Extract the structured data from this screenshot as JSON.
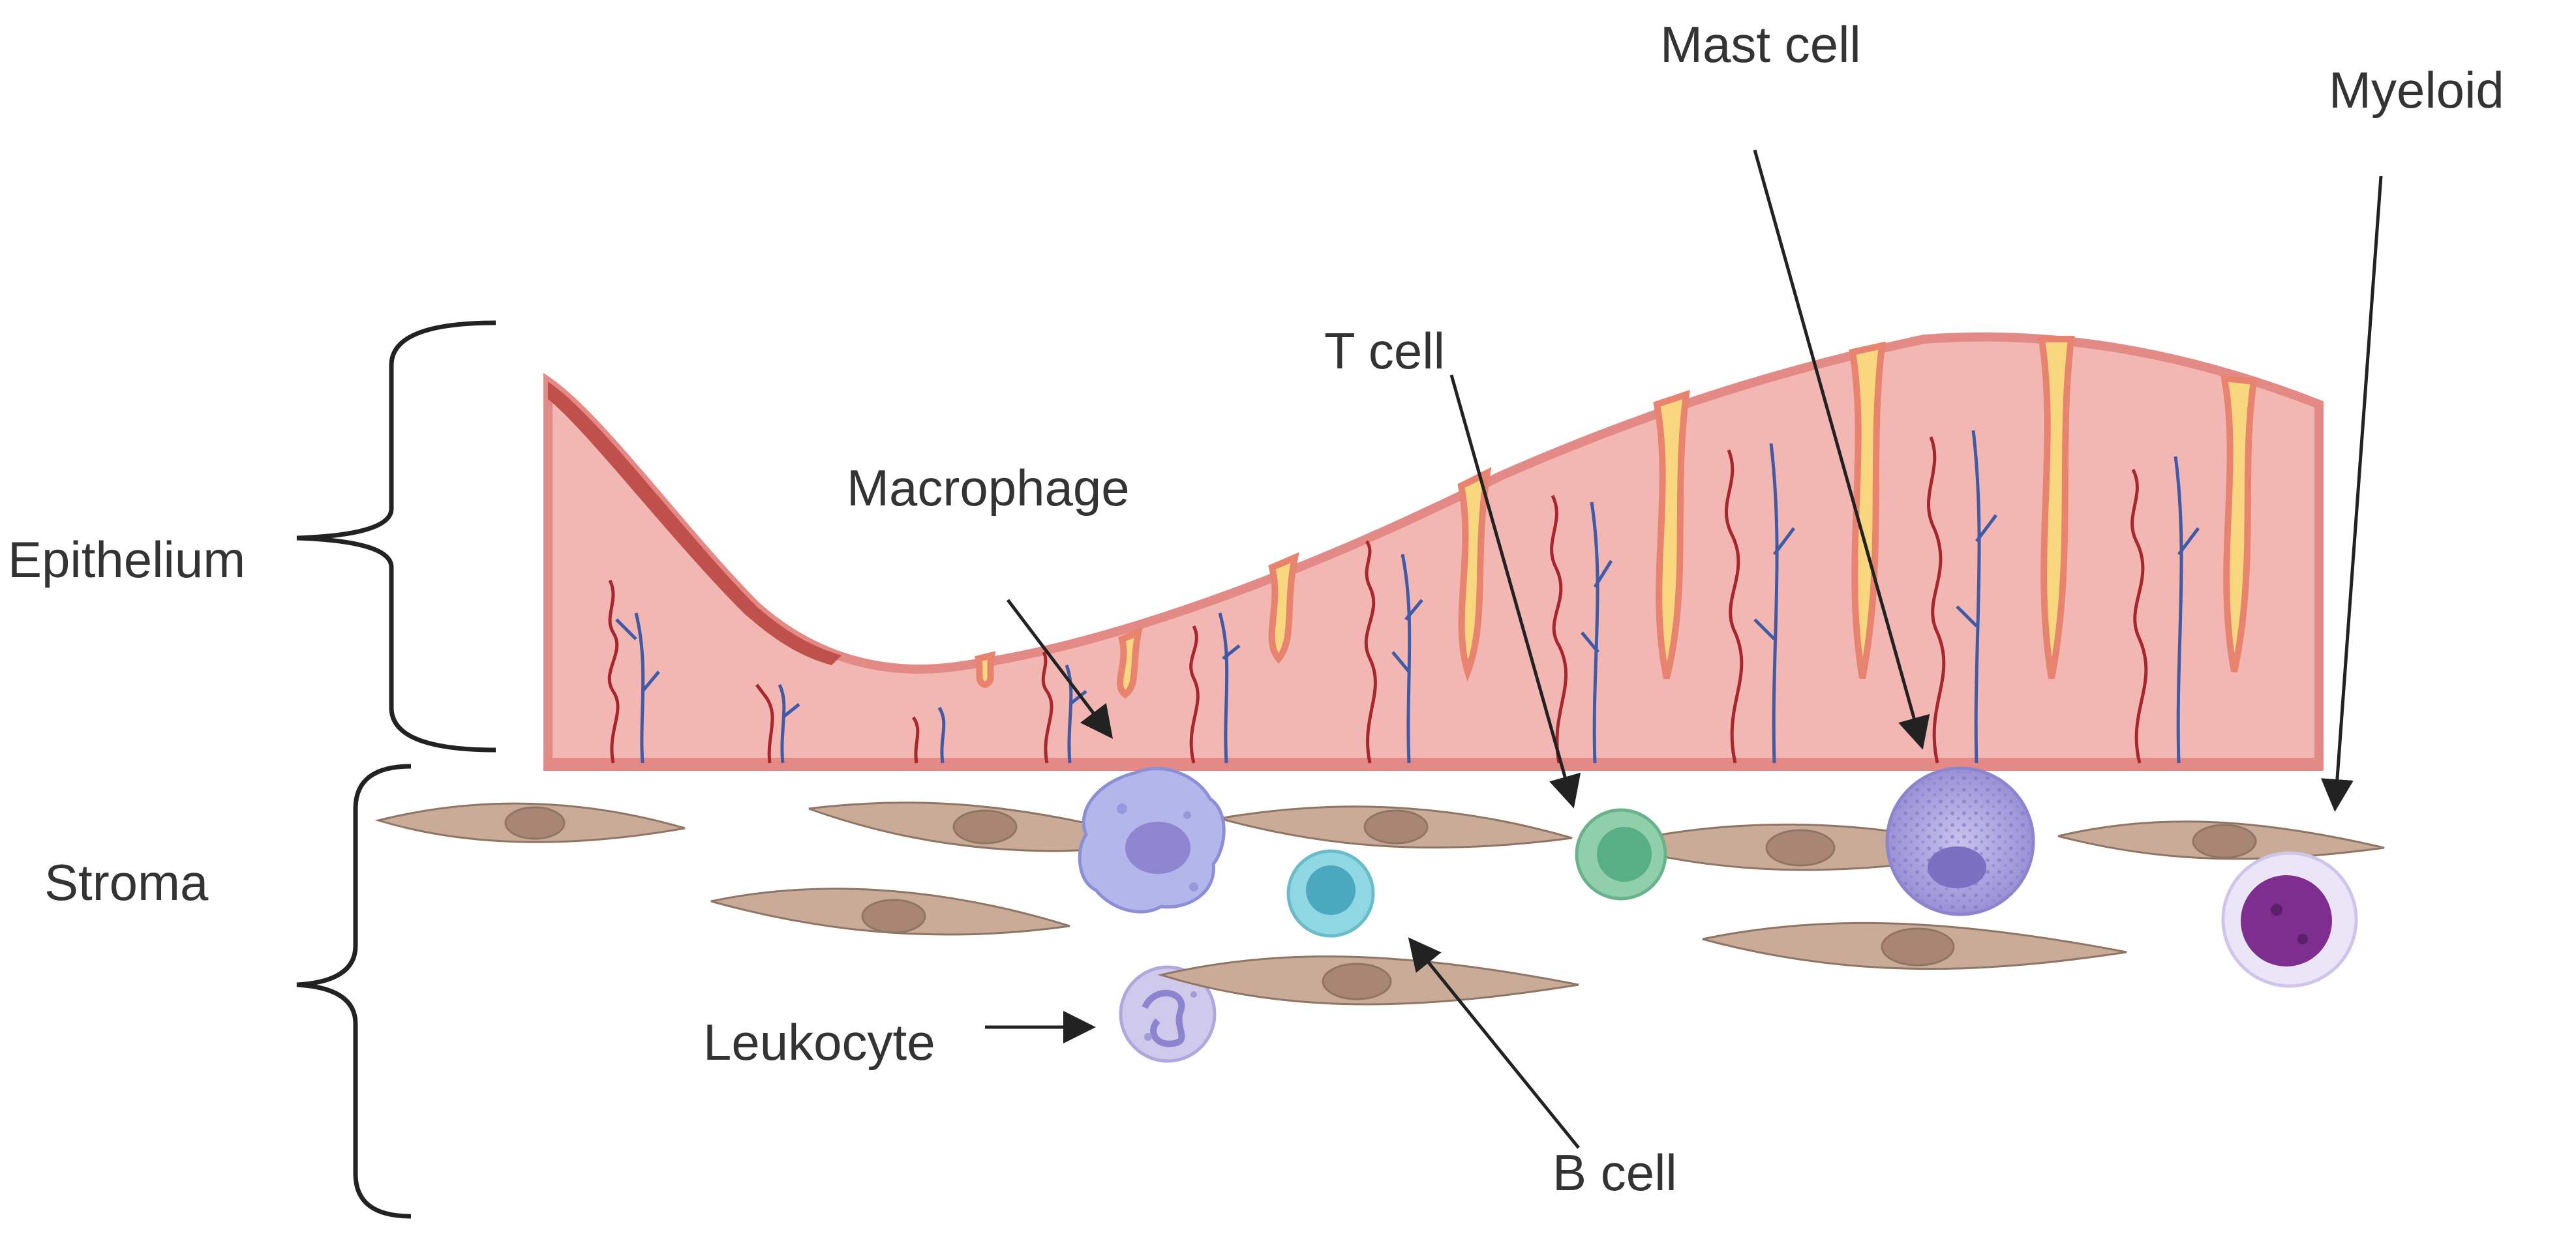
{
  "labels": {
    "epithelium": "Epithelium",
    "stroma": "Stroma",
    "macrophage": "Macrophage",
    "t_cell": "T cell",
    "mast_cell": "Mast cell",
    "myeloid": "Myeloid",
    "leukocyte": "Leukocyte",
    "b_cell": "B cell"
  },
  "colors": {
    "epithelium_fill": "#f2b7b3",
    "epithelium_edge": "#e38a86",
    "epithelium_dark": "#c0504c",
    "gland_yellow": "#f9d77e",
    "artery": "#a8262e",
    "vein": "#3f5aa6",
    "fibroblast": "#c9ab98",
    "fibroblast_nucleus": "#a98674",
    "macrophage": "#b3b6ea",
    "t_cell": "#8fd0ab",
    "b_cell": "#8fd7e2",
    "mast_cell": "#a9a0dc",
    "myeloid_nucleus": "#7e2e8e",
    "leukocyte": "#cfc9ec",
    "text": "#333333",
    "arrow": "#222222"
  }
}
